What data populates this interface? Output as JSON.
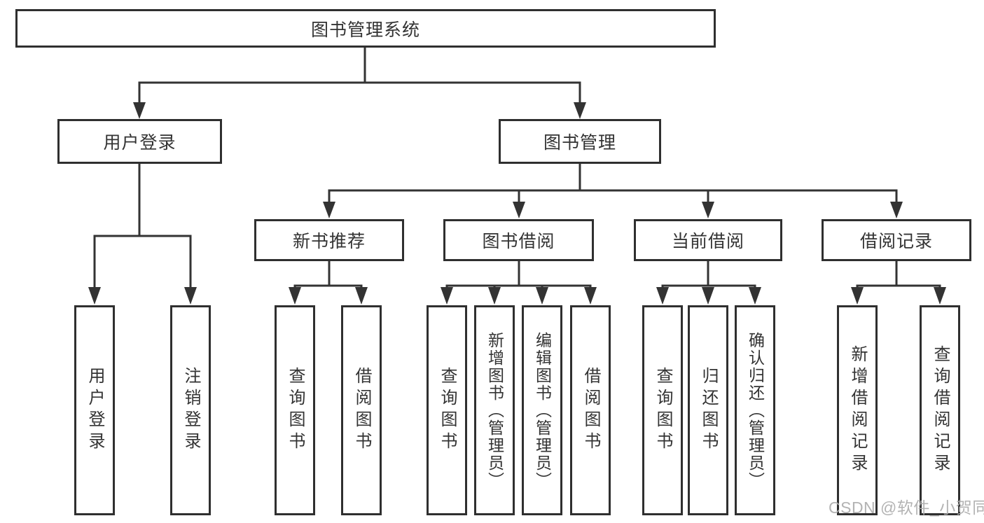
{
  "watermark": "CSDN @软件_小贺同学",
  "colors": {
    "line": "#333333",
    "text": "#333333",
    "watermark": "#acacac",
    "background": "#ffffff"
  },
  "tree": {
    "root": "图书管理系统",
    "branches": [
      {
        "label": "用户登录",
        "leaves": [
          "用户登录",
          "注销登录"
        ]
      },
      {
        "label": "图书管理",
        "children": [
          {
            "label": "新书推荐",
            "leaves": [
              "查询图书",
              "借阅图书"
            ]
          },
          {
            "label": "图书借阅",
            "leaves": [
              "查询图书",
              "新增图书（管理员）",
              "编辑图书（管理员）",
              "借阅图书"
            ]
          },
          {
            "label": "当前借阅",
            "leaves": [
              "查询图书",
              "归还图书",
              "确认归还（管理员）"
            ]
          },
          {
            "label": "借阅记录",
            "leaves": [
              "新增借阅记录",
              "查询借阅记录"
            ]
          }
        ]
      }
    ]
  }
}
